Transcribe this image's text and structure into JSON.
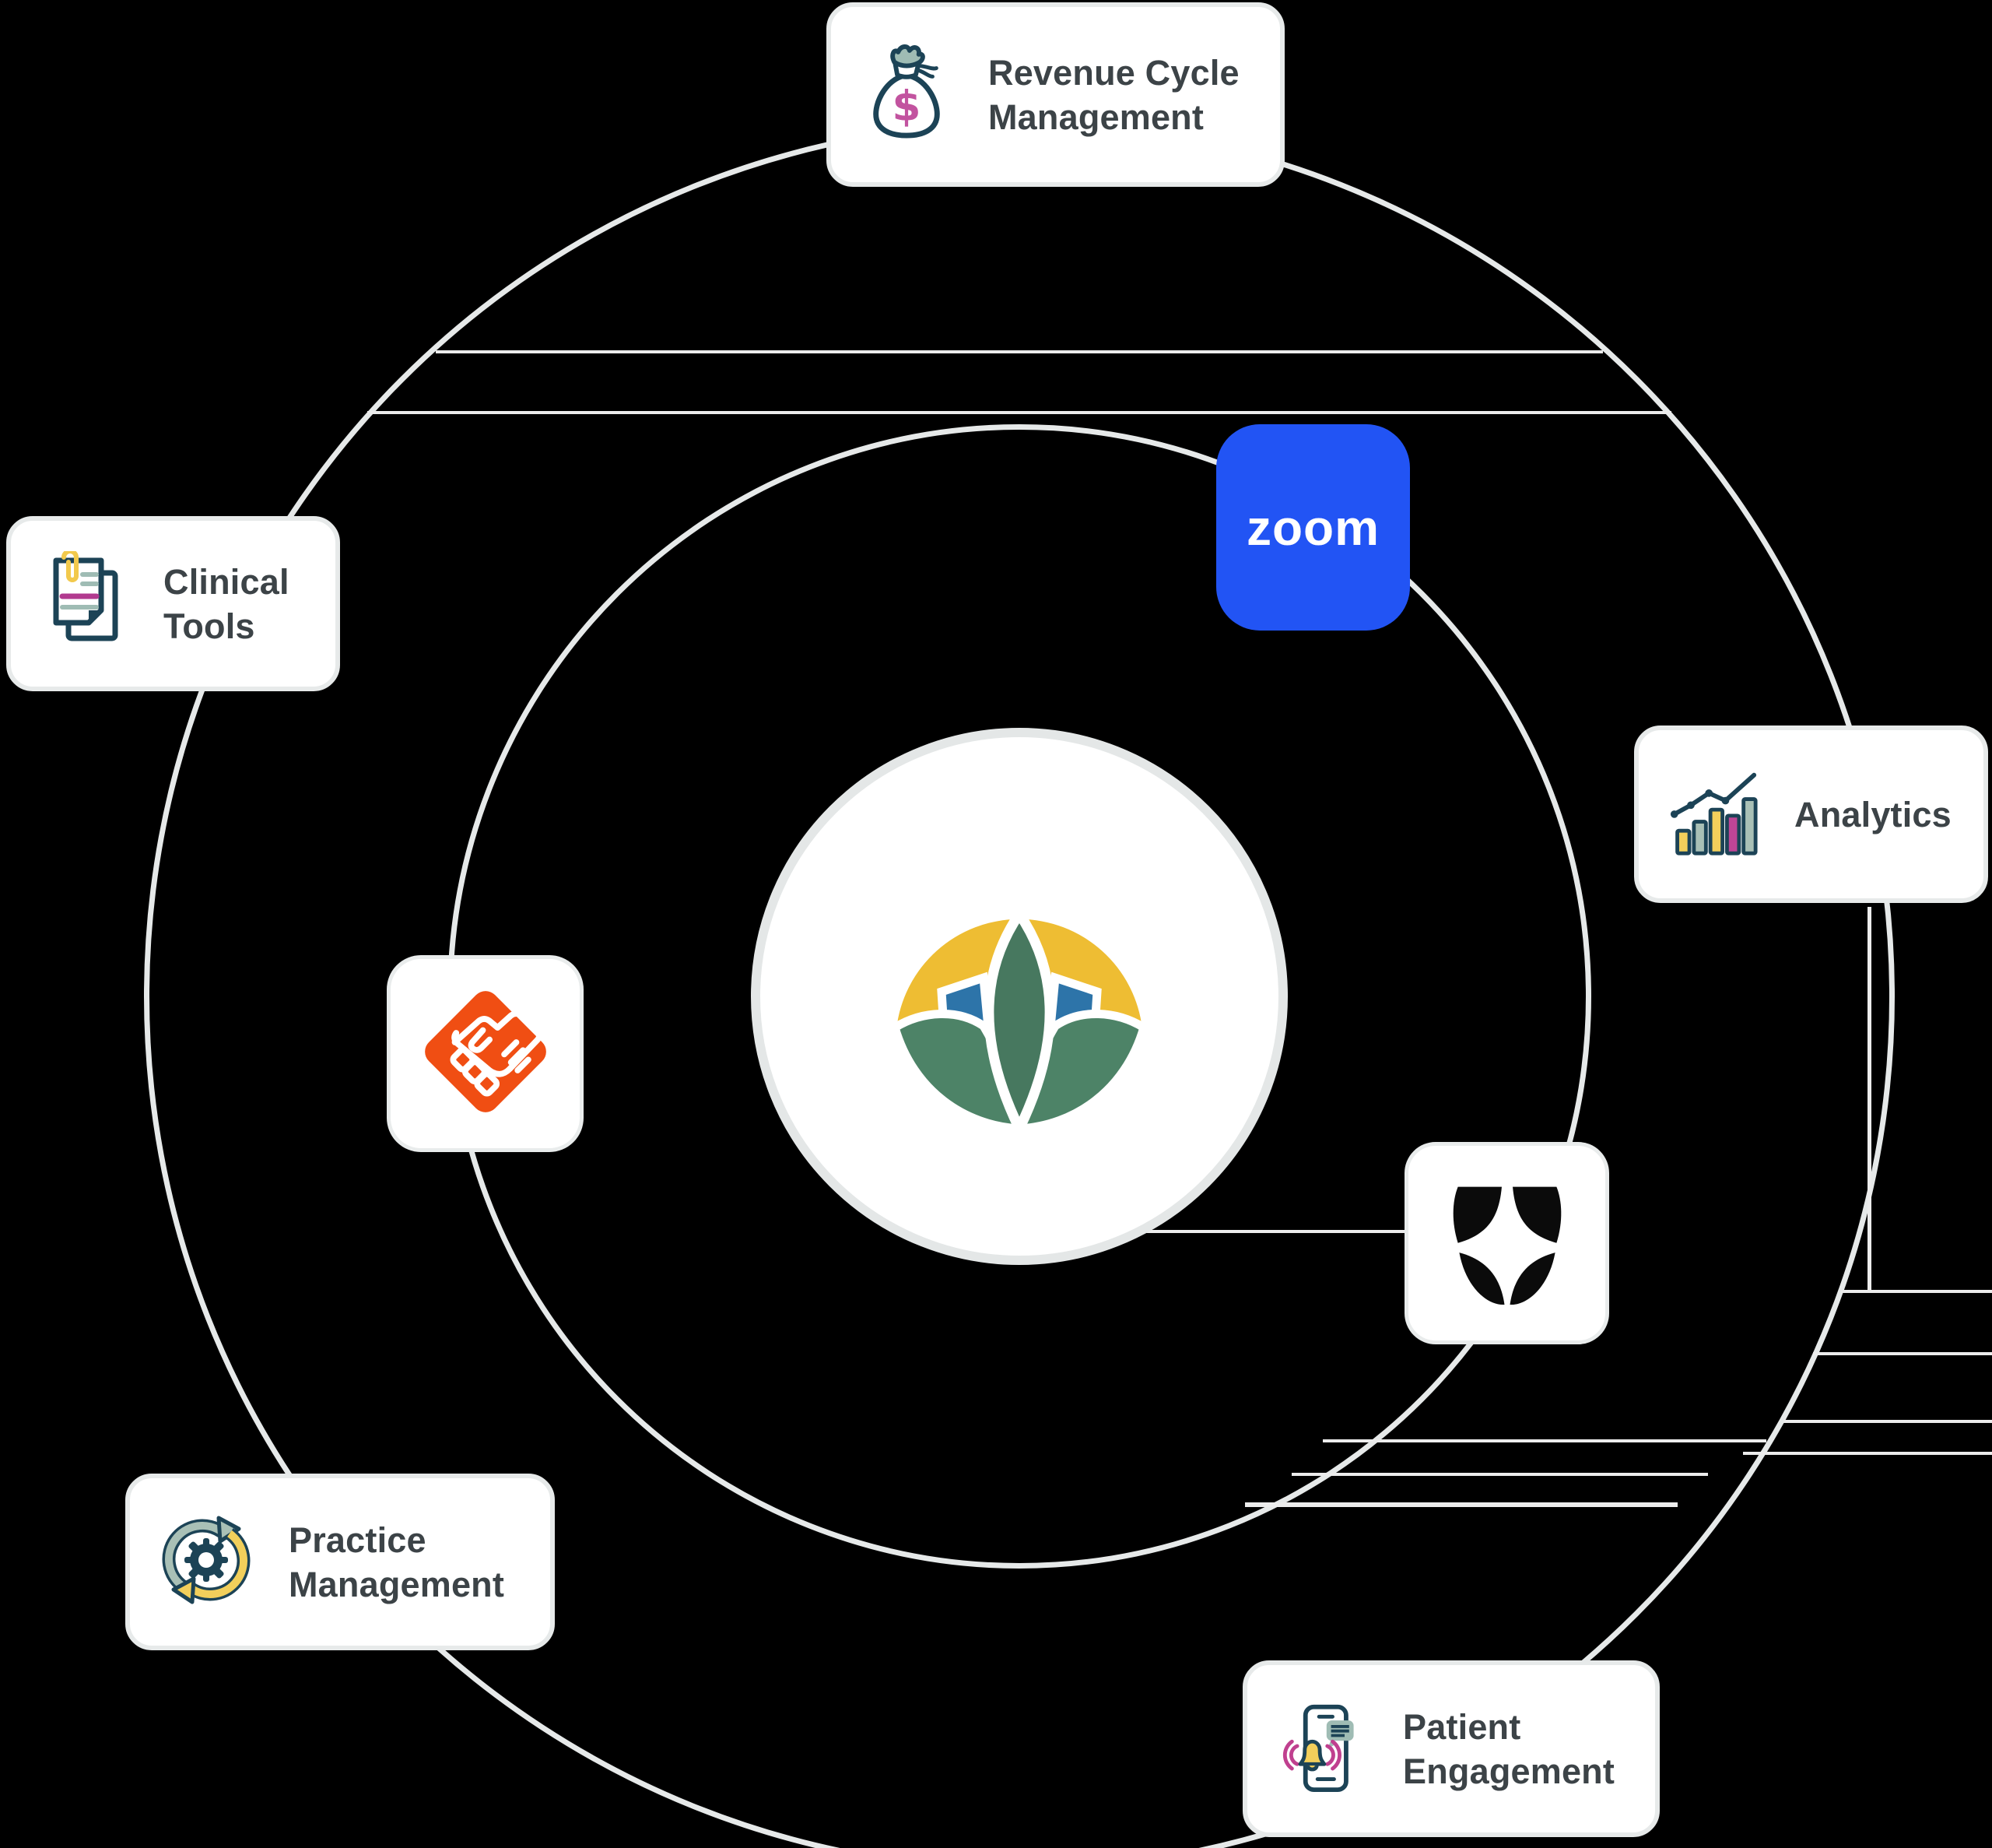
{
  "diagram_title": "Healthcare platform ecosystem diagram",
  "center": {
    "logo": "lotus-sun-logo"
  },
  "cards": {
    "revenue": {
      "line1": "Revenue Cycle",
      "line2": "Management",
      "icon": "money-bag-icon"
    },
    "clinical": {
      "line1": "Clinical",
      "line2": "Tools",
      "icon": "documents-paperclip-icon"
    },
    "analytics": {
      "line1": "Analytics",
      "icon": "bar-chart-trend-icon"
    },
    "practice": {
      "line1": "Practice",
      "line2": "Management",
      "icon": "gear-sync-arrows-icon"
    },
    "patient": {
      "line1": "Patient",
      "line2": "Engagement",
      "icon": "phone-notification-icon"
    }
  },
  "apps": {
    "zoom": {
      "label": "zoom",
      "color": "#2254f4"
    },
    "handshake": {
      "icon": "handshake-diamond-icon",
      "color": "#f04e13"
    },
    "shield": {
      "icon": "shield-icon",
      "color": "#0b0b0b"
    }
  },
  "colors": {
    "background": "#000000",
    "orbit_stroke": "#e6e9e9",
    "card_background": "#ffffff",
    "card_border": "#e7eaea",
    "label_text": "#3c4347",
    "icon_navy": "#1c4356",
    "icon_yellow": "#f2cf5b",
    "icon_sage": "#9fbcb4",
    "icon_magenta": "#bf4596",
    "lotus_yellow": "#eebd33",
    "lotus_green": "#4d8367",
    "lotus_blue": "#2d74a9"
  }
}
